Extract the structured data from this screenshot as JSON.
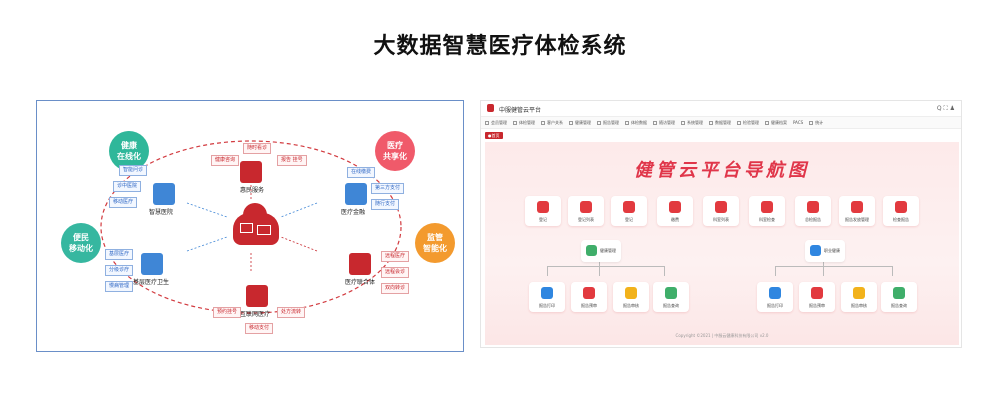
{
  "page": {
    "title": "大数据智慧医疗体检系统"
  },
  "diagram": {
    "badges": [
      {
        "text": "健康\n在线化",
        "color": "#2fb79a"
      },
      {
        "text": "医疗\n共享化",
        "color": "#f05a6a"
      },
      {
        "text": "便民\n移动化",
        "color": "#36b7a0"
      },
      {
        "text": "监管\n智能化",
        "color": "#f39a2e"
      }
    ],
    "nodes": [
      {
        "label": "惠民服务"
      },
      {
        "label": "智慧医院"
      },
      {
        "label": "医疗金融"
      },
      {
        "label": "基层医疗卫生"
      },
      {
        "label": "医疗联合体"
      },
      {
        "label": "互联网医疗"
      }
    ],
    "tags": {
      "top": [
        "随时看诊",
        "健康咨询",
        "报告 挂号"
      ],
      "left_top": [
        "智能问诊",
        "诊中医院",
        "移动医疗"
      ],
      "right_top": [
        "在线缴费",
        "第三方支付",
        "随行支付"
      ],
      "left_bottom": [
        "基层医疗",
        "分级诊疗",
        "慢病管理"
      ],
      "right_bottom": [
        "远程医疗",
        "远程会诊",
        "双向转诊"
      ],
      "bottom": [
        "预约挂号",
        "处方流转",
        "移动支付"
      ]
    }
  },
  "app": {
    "name": "中服健管云平台",
    "home_tag": "●首页",
    "top_icons": "Q  ⛶  ♟",
    "menu": [
      "会员管理",
      "体检管理",
      "客户关系",
      "健康管理",
      "报告管理",
      "体检数据",
      "随访管理",
      "系统管理",
      "数据管理",
      "检验管理",
      "健康档案",
      "PACS",
      "统计"
    ],
    "nav_title": "健管云平台导航图",
    "top_tiles": [
      {
        "label": "登记",
        "color": "red"
      },
      {
        "label": "登记列表",
        "color": "red"
      },
      {
        "label": "登记",
        "color": "red"
      },
      {
        "label": "缴费",
        "color": "red"
      },
      {
        "label": "科室列表",
        "color": "red"
      },
      {
        "label": "科室检查",
        "color": "red"
      },
      {
        "label": "总检报告",
        "color": "red"
      },
      {
        "label": "报告发放管理",
        "color": "red"
      },
      {
        "label": "检查报告",
        "color": "red"
      }
    ],
    "groups": [
      {
        "label": "健康管理",
        "color": "green"
      },
      {
        "label": "职业健康",
        "color": "blue"
      }
    ],
    "bottom_left_tiles": [
      {
        "label": "报告打印",
        "color": "blue"
      },
      {
        "label": "报告预审",
        "color": "red"
      },
      {
        "label": "报告审核",
        "color": "yellow"
      },
      {
        "label": "报告查询",
        "color": "green"
      }
    ],
    "bottom_right_tiles": [
      {
        "label": "报告打印",
        "color": "blue"
      },
      {
        "label": "报告预审",
        "color": "red"
      },
      {
        "label": "报告审核",
        "color": "yellow"
      },
      {
        "label": "报告查询",
        "color": "green"
      }
    ],
    "copyright": "Copyright ©2021 | 中服云健康科技有限公司 v2.0"
  },
  "colors": {
    "accent": "#c8282e",
    "blue": "#3f86d6"
  }
}
